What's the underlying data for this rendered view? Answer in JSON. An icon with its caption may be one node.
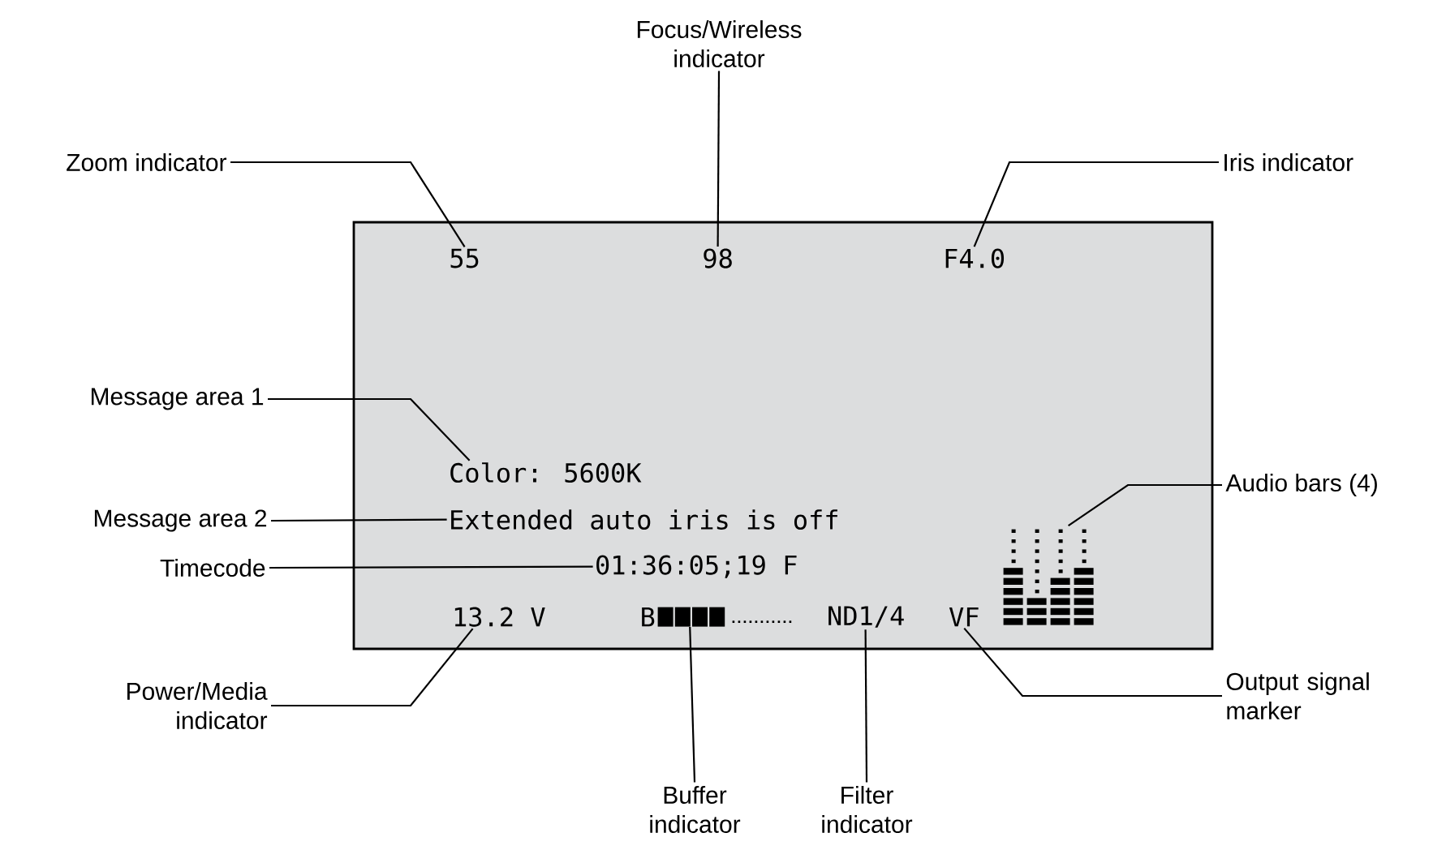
{
  "diagram": {
    "nodes": [
      {
        "text": [],
        "shape": "box"
      },
      {
        "text": [
          "55"
        ],
        "in": 0
      },
      {
        "text": [
          "98"
        ],
        "in": 0
      },
      {
        "text": [
          "F4.0"
        ],
        "in": 0
      },
      {
        "text": [
          "Color: 5600K"
        ],
        "in": 0
      },
      {
        "text": [
          "Extended auto iris is off"
        ],
        "in": 0
      },
      {
        "text": [
          "01:36:05;19 F"
        ],
        "in": 0
      },
      {
        "text": [
          "13.2 V"
        ],
        "in": 0
      },
      {
        "text": [],
        "shape": "bar",
        "in": 0,
        "beside": [
          "B"
        ]
      },
      {
        "text": [
          "ND1/4"
        ],
        "in": 0
      },
      {
        "text": [
          "VF"
        ],
        "in": 0
      },
      {
        "text": [],
        "shape": "bar",
        "in": 0
      },
      {
        "text": [
          "Zoom indicator"
        ]
      },
      {
        "text": [
          "Focus/Wireless indicator"
        ]
      },
      {
        "text": [
          "Iris indicator"
        ]
      },
      {
        "text": [
          "Message area 1"
        ]
      },
      {
        "text": [
          "Message area 2"
        ]
      },
      {
        "text": [
          "Timecode"
        ]
      },
      {
        "text": [
          "Power/Media indicator"
        ]
      },
      {
        "text": [
          "Buffer indicator"
        ]
      },
      {
        "text": [
          "Filter indicator"
        ]
      },
      {
        "text": [
          "Output signal marker"
        ]
      },
      {
        "text": [
          "Audio bars (4)"
        ]
      }
    ],
    "edges": [
      {
        "from": 12,
        "to": 1,
        "arrow": "none"
      },
      {
        "from": 13,
        "to": 2,
        "arrow": "none"
      },
      {
        "from": 14,
        "to": 3,
        "arrow": "none"
      },
      {
        "from": 15,
        "to": 4,
        "arrow": "none"
      },
      {
        "from": 16,
        "to": 5,
        "arrow": "none"
      },
      {
        "from": 17,
        "to": 6,
        "arrow": "none"
      },
      {
        "from": 18,
        "to": 7,
        "arrow": "none"
      },
      {
        "from": 19,
        "to": 8,
        "arrow": "none"
      },
      {
        "from": 20,
        "to": 9,
        "arrow": "none"
      },
      {
        "from": 21,
        "to": 10,
        "arrow": "none"
      },
      {
        "from": 22,
        "to": 11,
        "arrow": "none"
      }
    ]
  }
}
